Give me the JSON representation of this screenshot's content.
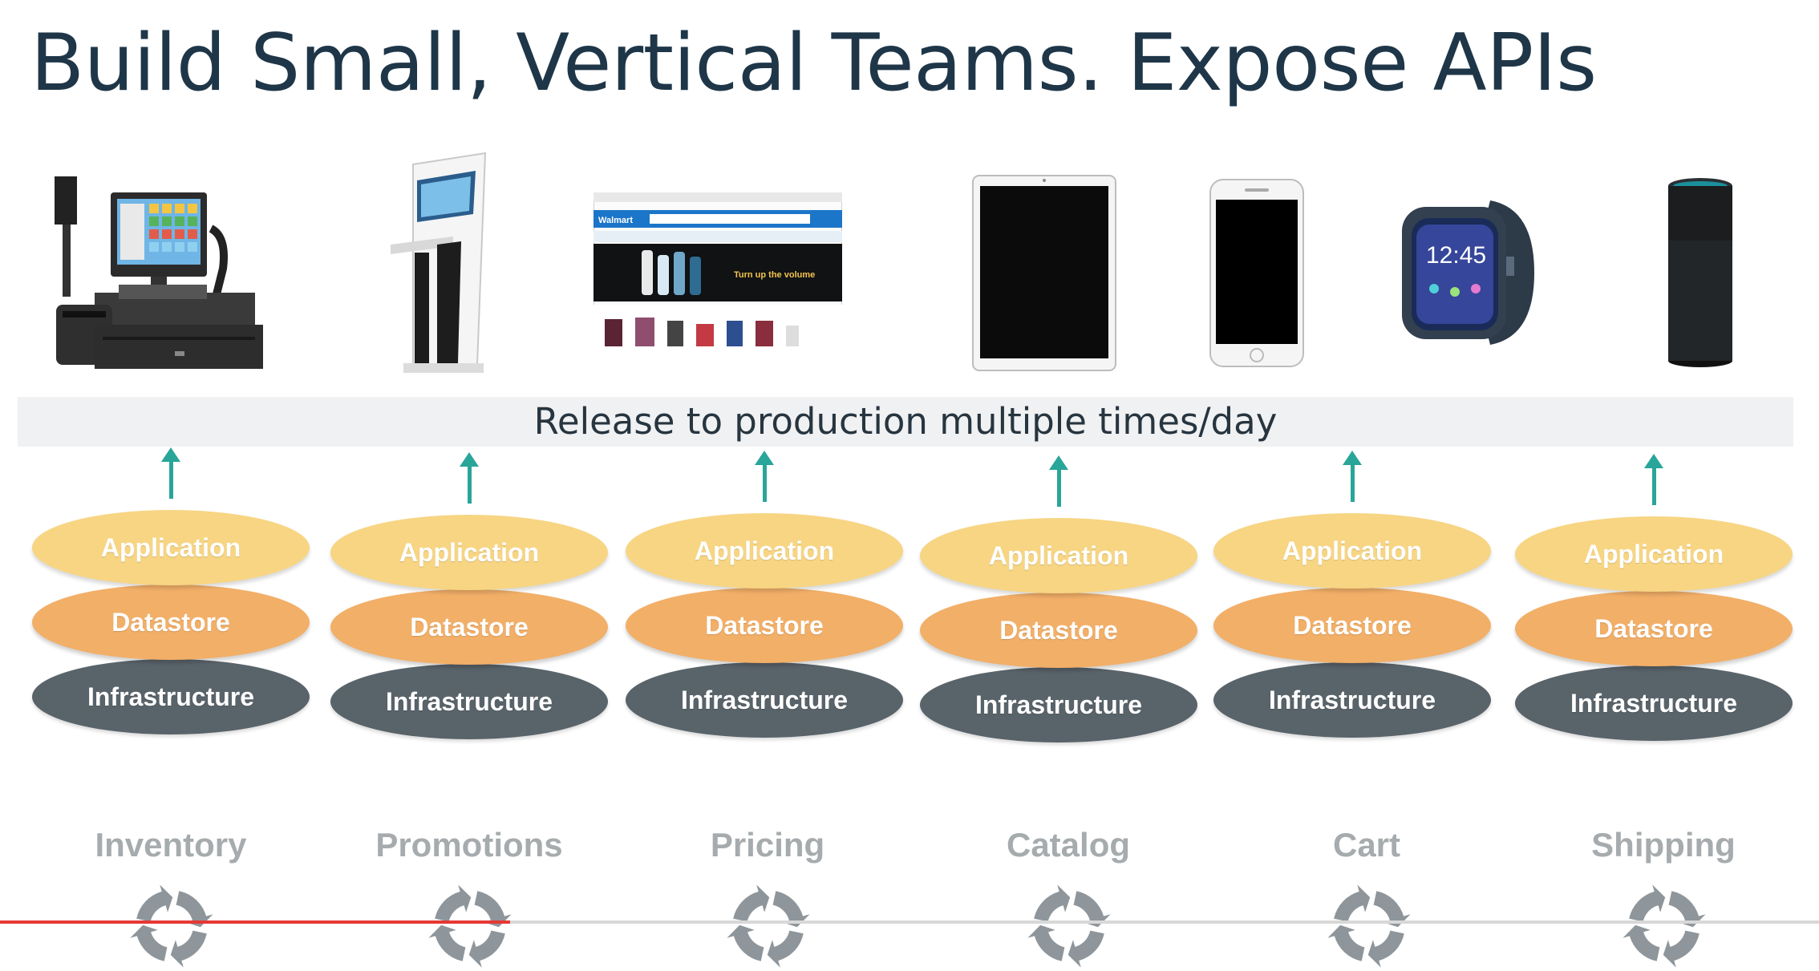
{
  "slide": {
    "title": "Build Small, Vertical Teams. Expose APIs",
    "banner": "Release to production multiple times/day"
  },
  "devices": [
    {
      "name": "pos-terminal",
      "icon": "pos-terminal-icon"
    },
    {
      "name": "kiosk",
      "icon": "kiosk-icon"
    },
    {
      "name": "website-screenshot",
      "icon": "website-icon"
    },
    {
      "name": "tablet",
      "icon": "tablet-icon"
    },
    {
      "name": "smartphone",
      "icon": "smartphone-icon"
    },
    {
      "name": "smartwatch",
      "icon": "smartwatch-icon"
    },
    {
      "name": "smart-speaker",
      "icon": "smart-speaker-icon"
    }
  ],
  "layers": {
    "application": "Application",
    "datastore": "Datastore",
    "infrastructure": "Infrastructure"
  },
  "teams": [
    {
      "name": "Inventory"
    },
    {
      "name": "Promotions"
    },
    {
      "name": "Pricing"
    },
    {
      "name": "Catalog"
    },
    {
      "name": "Cart"
    },
    {
      "name": "Shipping"
    }
  ],
  "website": {
    "brand": "Walmart",
    "promo": "Turn up the volume"
  },
  "watch": {
    "time": "12:45"
  },
  "colors": {
    "title": "#1e3648",
    "arrow": "#2aa59a",
    "application": "#f7d583",
    "datastore": "#f2af68",
    "infrastructure": "#59636a",
    "team_label": "#a6abae",
    "cycle_icon": "#8e969b",
    "banner_bg": "#f0f1f3"
  }
}
